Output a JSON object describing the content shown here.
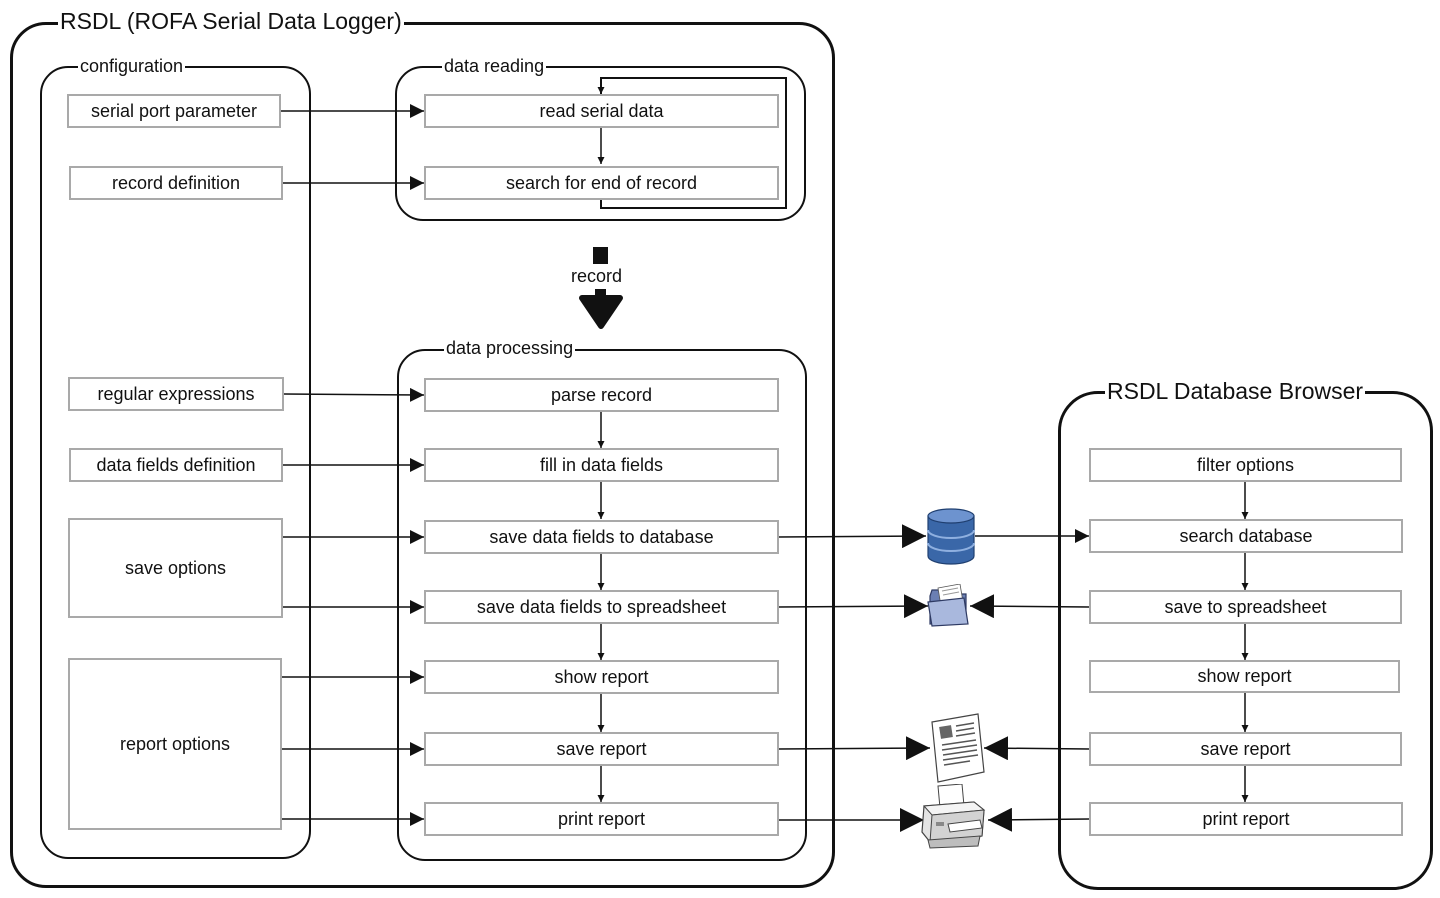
{
  "logger": {
    "title": "RSDL (ROFA Serial Data Logger)",
    "configuration": {
      "title": "configuration",
      "items": [
        "serial port parameter",
        "record definition",
        "regular expressions",
        "data fields definition",
        "save options",
        "report options"
      ]
    },
    "data_reading": {
      "title": "data reading",
      "steps": [
        "read serial data",
        "search for end of record"
      ]
    },
    "record_label": "record",
    "data_processing": {
      "title": "data processing",
      "steps": [
        "parse record",
        "fill in data fields",
        "save data fields to database",
        "save data fields to spreadsheet",
        "show report",
        "save report",
        "print report"
      ]
    }
  },
  "browser": {
    "title": "RSDL Database Browser",
    "steps": [
      "filter options",
      "search database",
      "save to spreadsheet",
      "show report",
      "save report",
      "print report"
    ]
  },
  "icons": {
    "database": "database-icon",
    "folder": "folder-icon",
    "document": "document-icon",
    "printer": "printer-icon"
  },
  "colors": {
    "box_border": "#a9a9a9",
    "line": "#111111",
    "database_blue": "#3a67a8",
    "folder_blue": "#8fa3cf"
  }
}
